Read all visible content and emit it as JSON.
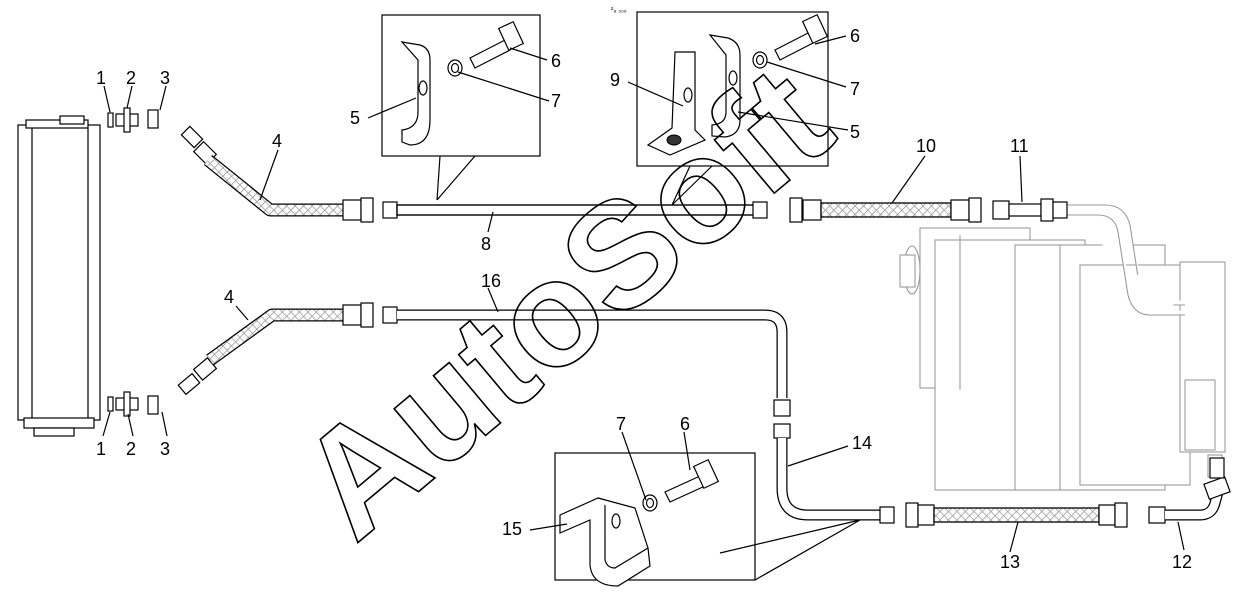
{
  "drawing": {
    "watermark": "AutoSoft",
    "corner_code": "²₈ ₃₀₉",
    "callouts": {
      "c1a": "1",
      "c2a": "2",
      "c3a": "3",
      "c4a": "4",
      "c5a": "5",
      "c6a": "6",
      "c7a": "7",
      "c9": "9",
      "c6b": "6",
      "c7b": "7",
      "c5b": "5",
      "c8": "8",
      "c10": "10",
      "c11": "11",
      "c16": "16",
      "c4b": "4",
      "c1b": "1",
      "c2b": "2",
      "c3b": "3",
      "c14": "14",
      "c6c": "6",
      "c7c": "7",
      "c15": "15",
      "c13": "13",
      "c12": "12"
    }
  }
}
